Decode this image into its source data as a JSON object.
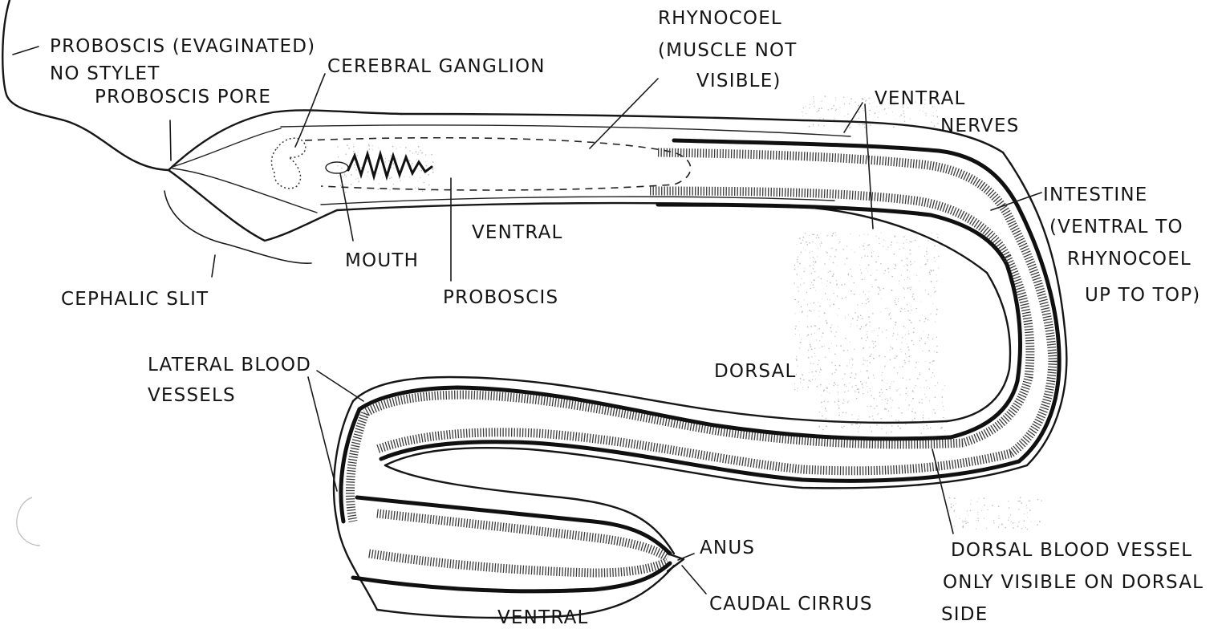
{
  "labels": {
    "proboscis_everted": "PROBOSCIS (EVAGINATED)",
    "no_stylet": "NO STYLET",
    "proboscis_pore": "PROBOSCIS PORE",
    "cerebral_ganglion": "CEREBRAL GANGLION",
    "rhynocoel_line1": "RHYNOCOEL",
    "rhynocoel_line2": "(MUSCLE NOT",
    "rhynocoel_line3": "VISIBLE)",
    "ventral_nerves_line1": "VENTRAL",
    "ventral_nerves_line2": "NERVES",
    "intestine_line1": "INTESTINE",
    "intestine_line2": "(VENTRAL TO",
    "intestine_line3": "RHYNOCOEL",
    "intestine_line4": "UP TO TOP)",
    "mouth": "MOUTH",
    "ventral_upper": "VENTRAL",
    "cephalic_slit": "CEPHALIC SLIT",
    "proboscis": "PROBOSCIS",
    "lateral_blood_vessels_line1": "LATERAL BLOOD",
    "lateral_blood_vessels_line2": "VESSELS",
    "dorsal": "DORSAL",
    "anus": "ANUS",
    "caudal_cirrus": "CAUDAL CIRRUS",
    "ventral_lower": "VENTRAL",
    "dorsal_blood_vessel_line1": "DORSAL BLOOD VESSEL",
    "dorsal_blood_vessel_line2": "ONLY VISIBLE ON DORSAL",
    "dorsal_blood_vessel_line3": "SIDE"
  }
}
